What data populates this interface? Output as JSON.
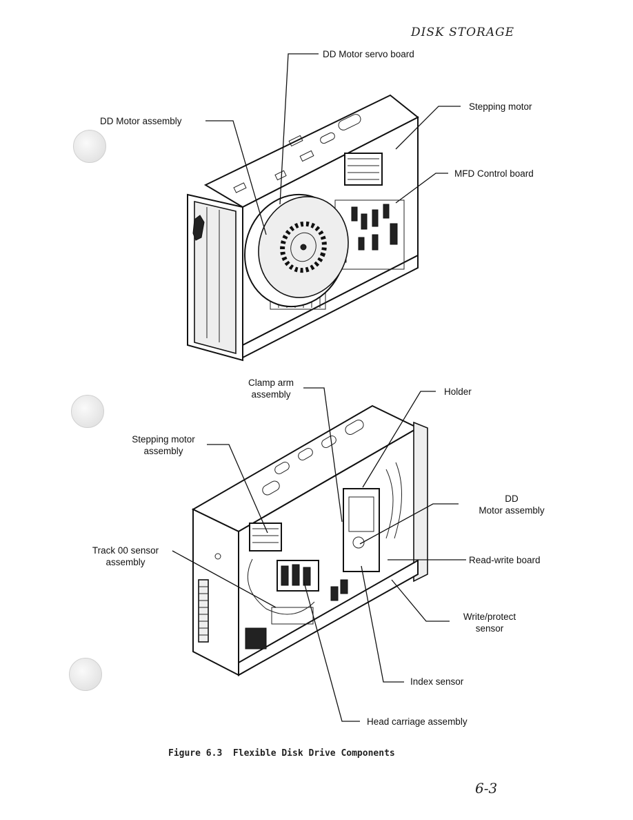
{
  "header": {
    "section_title": "DISK STORAGE"
  },
  "figure_top": {
    "labels": {
      "servo_board": "DD Motor servo board",
      "motor_assembly": "DD Motor assembly",
      "stepping_motor": "Stepping motor",
      "control_board": "MFD Control board"
    }
  },
  "figure_bottom": {
    "labels": {
      "clamp_arm_1": "Clamp arm",
      "clamp_arm_2": "assembly",
      "holder": "Holder",
      "stepping_motor_1": "Stepping motor",
      "stepping_motor_2": "assembly",
      "dd_motor_1": "DD",
      "dd_motor_2": "Motor assembly",
      "track00_1": "Track 00 sensor",
      "track00_2": "assembly",
      "read_write_board": "Read-write board",
      "write_protect_1": "Write/protect",
      "write_protect_2": "sensor",
      "index_sensor": "Index sensor",
      "head_carriage": "Head carriage assembly"
    }
  },
  "caption": "Figure 6.3  Flexible Disk Drive Components",
  "page_number": "6-3"
}
